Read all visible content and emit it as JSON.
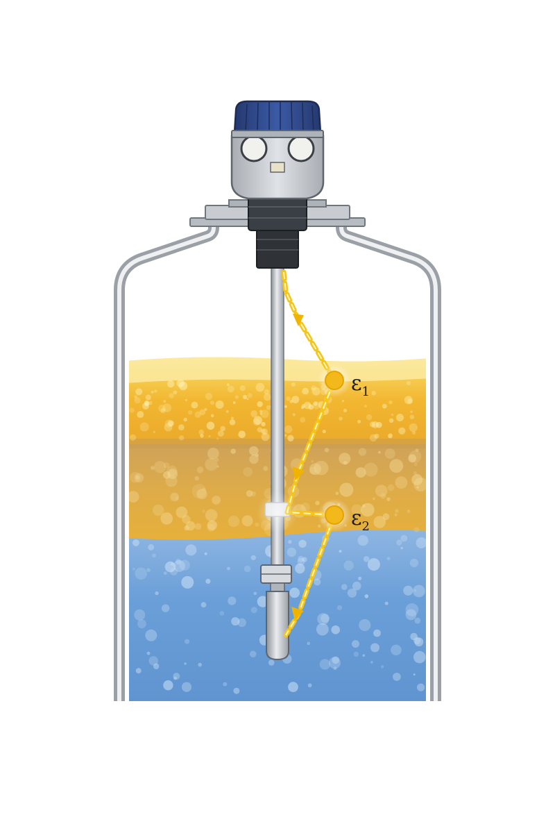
{
  "diagram": {
    "labels": {
      "upper_interface": {
        "symbol": "ε",
        "subscript": "1"
      },
      "lower_interface": {
        "symbol": "ε",
        "subscript": "2"
      }
    },
    "layers": [
      {
        "name": "light-liquid",
        "color": "#f2b731"
      },
      {
        "name": "emulsion",
        "color": "#d9a544"
      },
      {
        "name": "heavy-liquid",
        "color": "#6aa0d8"
      }
    ],
    "colors": {
      "signal": "#f5c518",
      "signal_dot": "#f3b81a",
      "tank_wall": "#9aa0a6",
      "transmitter_cap": "#2f4a8f",
      "transmitter_body": "#c9ccd1",
      "probe": "#b8bcc2"
    },
    "icons": [
      "transmitter-head",
      "process-flange",
      "probe-rod",
      "probe-weight",
      "centering-disc",
      "signal-pulse"
    ]
  }
}
